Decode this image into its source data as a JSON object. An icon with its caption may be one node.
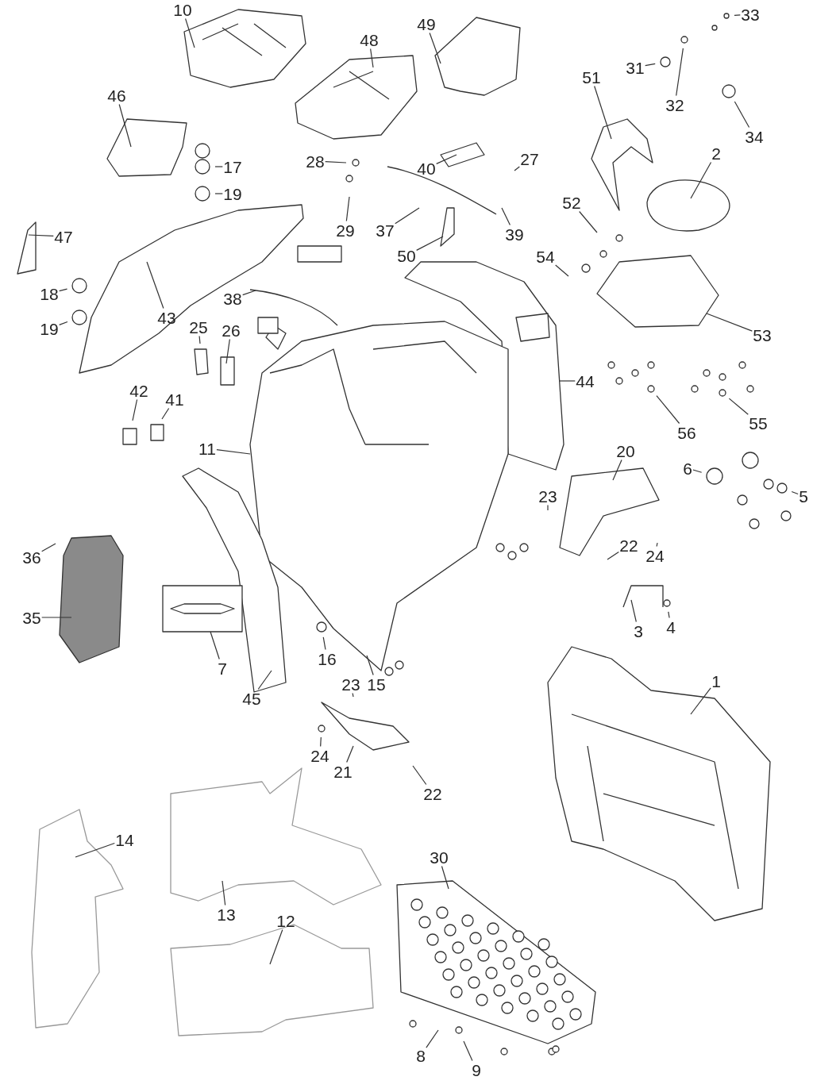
{
  "diagram": {
    "nodes": [
      {
        "text": [
          "10"
        ]
      },
      {
        "text": [
          "48"
        ]
      },
      {
        "text": [
          "49"
        ]
      },
      {
        "text": [
          "33"
        ]
      },
      {
        "text": [
          "31"
        ]
      },
      {
        "text": [
          "32"
        ]
      },
      {
        "text": [
          "34"
        ]
      },
      {
        "text": [
          "51"
        ]
      },
      {
        "text": [
          "2"
        ]
      },
      {
        "text": [
          "46"
        ]
      },
      {
        "text": [
          "17"
        ]
      },
      {
        "text": [
          "19"
        ]
      },
      {
        "text": [
          "28"
        ]
      },
      {
        "text": [
          "29"
        ]
      },
      {
        "text": [
          "40"
        ]
      },
      {
        "text": [
          "27"
        ]
      },
      {
        "text": [
          "37"
        ]
      },
      {
        "text": [
          "39"
        ]
      },
      {
        "text": [
          "52"
        ]
      },
      {
        "text": [
          "47"
        ]
      },
      {
        "text": [
          "50"
        ]
      },
      {
        "text": [
          "54"
        ]
      },
      {
        "text": [
          "18"
        ]
      },
      {
        "text": [
          "19"
        ]
      },
      {
        "text": [
          "38"
        ]
      },
      {
        "text": [
          "43"
        ]
      },
      {
        "text": [
          "53"
        ]
      },
      {
        "text": [
          "25"
        ]
      },
      {
        "text": [
          "26"
        ]
      },
      {
        "text": [
          "44"
        ]
      },
      {
        "text": [
          "42"
        ]
      },
      {
        "text": [
          "41"
        ]
      },
      {
        "text": [
          "56"
        ]
      },
      {
        "text": [
          "55"
        ]
      },
      {
        "text": [
          "11"
        ]
      },
      {
        "text": [
          "20"
        ]
      },
      {
        "text": [
          "6"
        ]
      },
      {
        "text": [
          "5"
        ]
      },
      {
        "text": [
          "23"
        ]
      },
      {
        "text": [
          "22"
        ]
      },
      {
        "text": [
          "24"
        ]
      },
      {
        "text": [
          "36"
        ]
      },
      {
        "text": [
          "35"
        ]
      },
      {
        "text": [
          "3"
        ]
      },
      {
        "text": [
          "4"
        ]
      },
      {
        "text": [
          "7"
        ]
      },
      {
        "text": [
          "16"
        ]
      },
      {
        "text": [
          "45"
        ]
      },
      {
        "text": [
          "15"
        ]
      },
      {
        "text": [
          "1"
        ]
      },
      {
        "text": [
          "23"
        ]
      },
      {
        "text": [
          "24"
        ]
      },
      {
        "text": [
          "21"
        ]
      },
      {
        "text": [
          "22"
        ]
      },
      {
        "text": [
          "14"
        ]
      },
      {
        "text": [
          "30"
        ]
      },
      {
        "text": [
          "13"
        ]
      },
      {
        "text": [
          "12"
        ]
      },
      {
        "text": [
          "8"
        ]
      },
      {
        "text": [
          "9"
        ]
      }
    ],
    "edges": [
      {
        "from": 0,
        "to": null,
        "arrow": "none"
      },
      {
        "from": 1,
        "to": null,
        "arrow": "none"
      },
      {
        "from": 2,
        "to": null,
        "arrow": "none"
      },
      {
        "from": 3,
        "to": null,
        "arrow": "none"
      },
      {
        "from": 4,
        "to": null,
        "arrow": "none"
      },
      {
        "from": 5,
        "to": null,
        "arrow": "none"
      },
      {
        "from": 6,
        "to": null,
        "arrow": "none"
      },
      {
        "from": 7,
        "to": null,
        "arrow": "none"
      },
      {
        "from": 8,
        "to": null,
        "arrow": "none"
      },
      {
        "from": 9,
        "to": null,
        "arrow": "none"
      },
      {
        "from": 10,
        "to": null,
        "arrow": "none"
      },
      {
        "from": 11,
        "to": null,
        "arrow": "none"
      },
      {
        "from": 12,
        "to": null,
        "arrow": "none"
      },
      {
        "from": 13,
        "to": null,
        "arrow": "none"
      },
      {
        "from": 14,
        "to": null,
        "arrow": "none"
      },
      {
        "from": 15,
        "to": null,
        "arrow": "none"
      },
      {
        "from": 16,
        "to": null,
        "arrow": "none"
      },
      {
        "from": 17,
        "to": null,
        "arrow": "none"
      },
      {
        "from": 18,
        "to": null,
        "arrow": "none"
      },
      {
        "from": 19,
        "to": null,
        "arrow": "none"
      },
      {
        "from": 20,
        "to": null,
        "arrow": "none"
      },
      {
        "from": 21,
        "to": null,
        "arrow": "none"
      },
      {
        "from": 22,
        "to": null,
        "arrow": "none"
      },
      {
        "from": 23,
        "to": null,
        "arrow": "none"
      },
      {
        "from": 24,
        "to": null,
        "arrow": "none"
      },
      {
        "from": 25,
        "to": null,
        "arrow": "none"
      },
      {
        "from": 26,
        "to": null,
        "arrow": "none"
      },
      {
        "from": 27,
        "to": null,
        "arrow": "none"
      },
      {
        "from": 28,
        "to": null,
        "arrow": "none"
      },
      {
        "from": 29,
        "to": null,
        "arrow": "none"
      },
      {
        "from": 30,
        "to": null,
        "arrow": "none"
      },
      {
        "from": 31,
        "to": null,
        "arrow": "none"
      },
      {
        "from": 32,
        "to": null,
        "arrow": "none"
      },
      {
        "from": 33,
        "to": null,
        "arrow": "none"
      },
      {
        "from": 34,
        "to": null,
        "arrow": "none"
      },
      {
        "from": 35,
        "to": null,
        "arrow": "none"
      },
      {
        "from": 36,
        "to": null,
        "arrow": "none"
      },
      {
        "from": 37,
        "to": null,
        "arrow": "none"
      },
      {
        "from": 38,
        "to": null,
        "arrow": "none"
      },
      {
        "from": 39,
        "to": null,
        "arrow": "none"
      },
      {
        "from": 40,
        "to": null,
        "arrow": "none"
      },
      {
        "from": 41,
        "to": null,
        "arrow": "none"
      },
      {
        "from": 42,
        "to": null,
        "arrow": "none"
      },
      {
        "from": 43,
        "to": null,
        "arrow": "none"
      },
      {
        "from": 44,
        "to": null,
        "arrow": "none"
      },
      {
        "from": 45,
        "to": null,
        "arrow": "none"
      },
      {
        "from": 46,
        "to": null,
        "arrow": "none"
      },
      {
        "from": 47,
        "to": null,
        "arrow": "none"
      },
      {
        "from": 48,
        "to": null,
        "arrow": "none"
      },
      {
        "from": 49,
        "to": null,
        "arrow": "none"
      },
      {
        "from": 50,
        "to": null,
        "arrow": "none"
      },
      {
        "from": 51,
        "to": null,
        "arrow": "none"
      },
      {
        "from": 52,
        "to": null,
        "arrow": "none"
      },
      {
        "from": 53,
        "to": null,
        "arrow": "none"
      },
      {
        "from": 54,
        "to": null,
        "arrow": "none"
      },
      {
        "from": 55,
        "to": null,
        "arrow": "none"
      },
      {
        "from": 56,
        "to": null,
        "arrow": "none"
      },
      {
        "from": 57,
        "to": null,
        "arrow": "none"
      },
      {
        "from": 58,
        "to": null,
        "arrow": "none"
      },
      {
        "from": 59,
        "to": null,
        "arrow": "none"
      }
    ]
  }
}
